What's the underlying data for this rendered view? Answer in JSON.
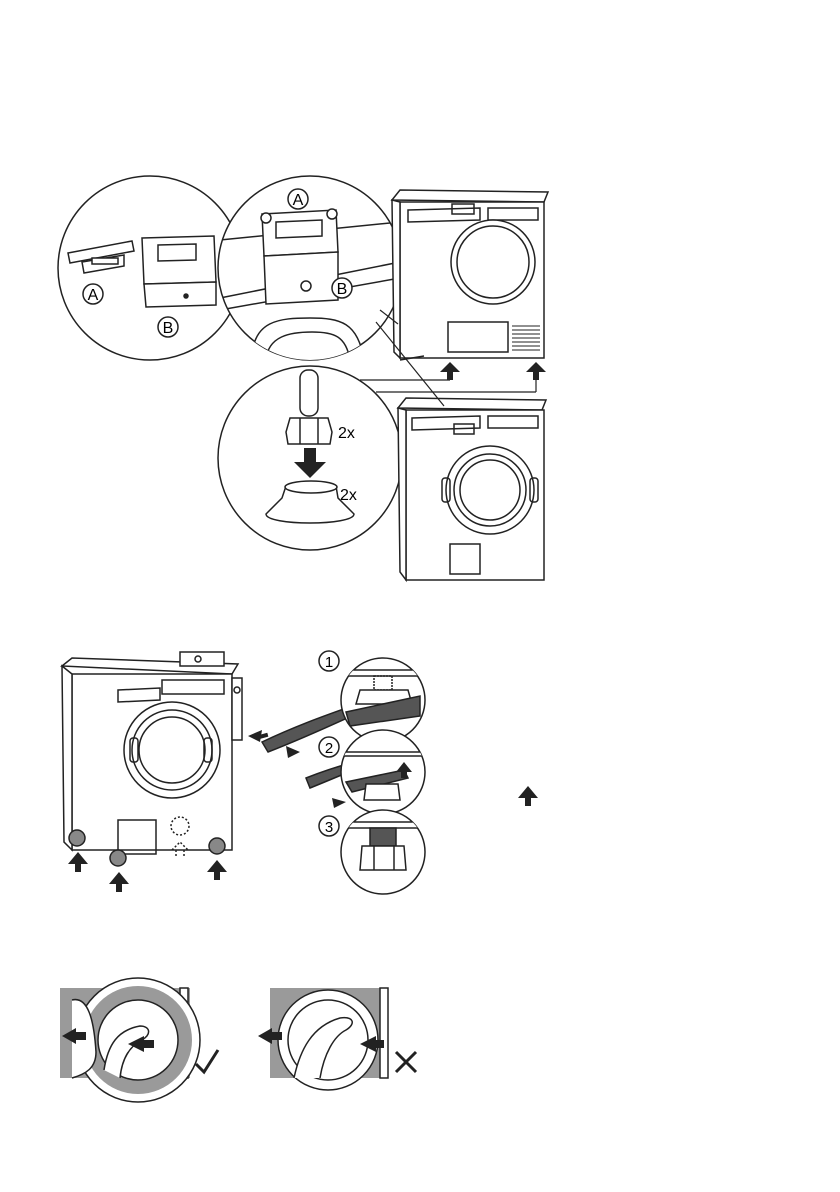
{
  "figure1": {
    "bracket_inset_left": {
      "label_a": "A",
      "label_b": "B"
    },
    "bracket_inset_right": {
      "label_a": "A",
      "label_b": "B"
    },
    "foot_inset": {
      "count_nut": "2x",
      "count_foot": "2x"
    }
  },
  "figure2": {
    "steps": [
      "1",
      "2",
      "3"
    ],
    "wrench_mark": "=|="
  },
  "figure3": {
    "correct_mark": "✓",
    "wrong_mark": "✕"
  },
  "icons": [
    "arrow-up-icon",
    "arrow-down-icon",
    "check-icon",
    "cross-icon"
  ]
}
